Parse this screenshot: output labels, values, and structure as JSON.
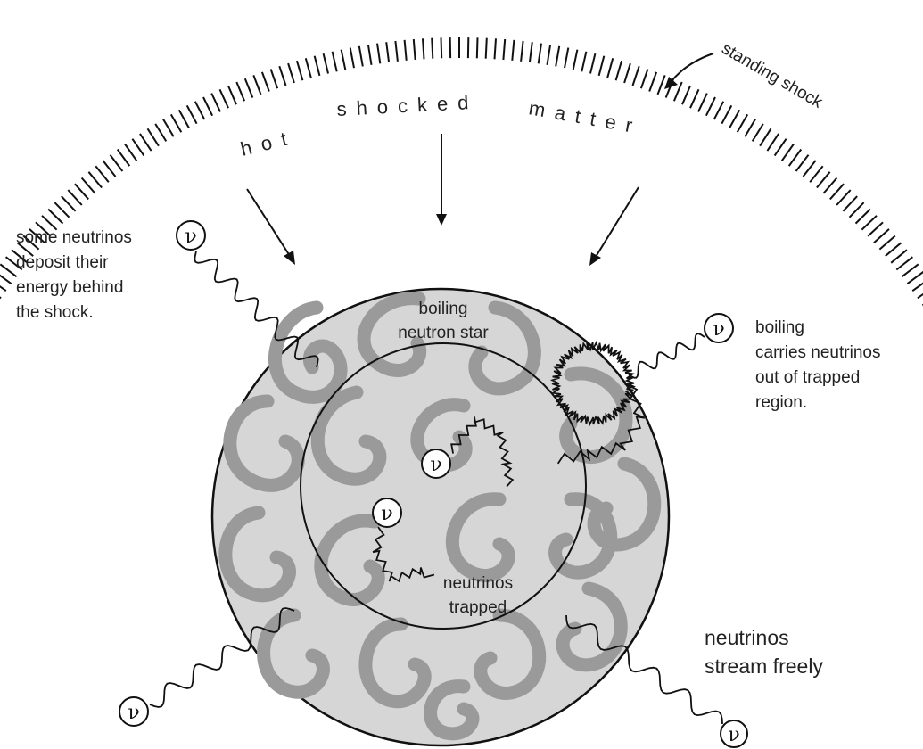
{
  "labels": {
    "arc_words": [
      "hot",
      "shocked",
      "matter"
    ],
    "standing_shock": "standing shock",
    "some_neutrinos": [
      "some neutrinos",
      "deposit their",
      "energy behind",
      "the shock."
    ],
    "boiling_neutron_star": [
      "boiling",
      "neutron star"
    ],
    "boiling_carries": [
      "boiling",
      "carries neutrinos",
      "out of trapped",
      "region."
    ],
    "neutrinos_trapped": [
      "neutrinos",
      "trapped"
    ],
    "neutrinos_stream": [
      "neutrinos",
      "stream freely"
    ],
    "neutrino_symbol": "ν"
  },
  "colors": {
    "ink": "#111111",
    "star_fill": "#d6d6d6",
    "swirl": "#9a9a9a"
  }
}
